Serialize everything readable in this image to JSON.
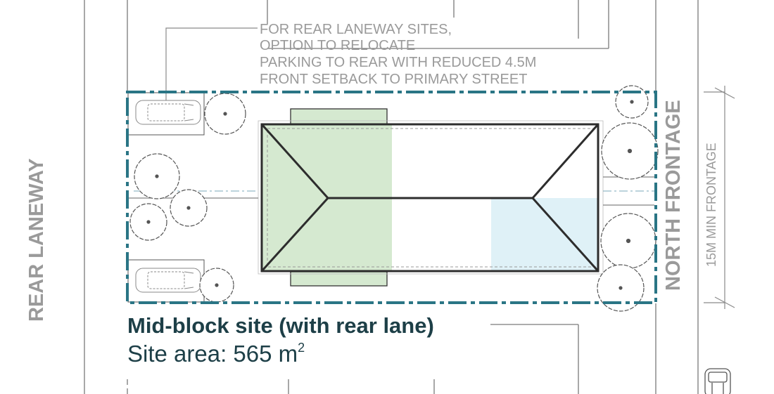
{
  "annotation": {
    "lines": [
      "FOR REAR LANEWAY SITES,",
      "OPTION TO RELOCATE",
      "PARKING TO REAR WITH REDUCED 4.5M",
      "FRONT SETBACK TO PRIMARY STREET"
    ]
  },
  "labels": {
    "rear_laneway": "REAR LANEWAY",
    "north_frontage": "NORTH FRONTAGE",
    "min_frontage": "15M MIN FRONTAGE"
  },
  "site": {
    "title": "Mid-block site (with rear lane)",
    "area_prefix": "Site area: 565 m",
    "area_superscript": "2"
  },
  "colors": {
    "boundary": "#2a7585",
    "green_zone": "#d5e9d0",
    "blue_zone": "#dff1f7",
    "label_gray": "#9a9a9a",
    "title_dark": "#1d3f47"
  }
}
